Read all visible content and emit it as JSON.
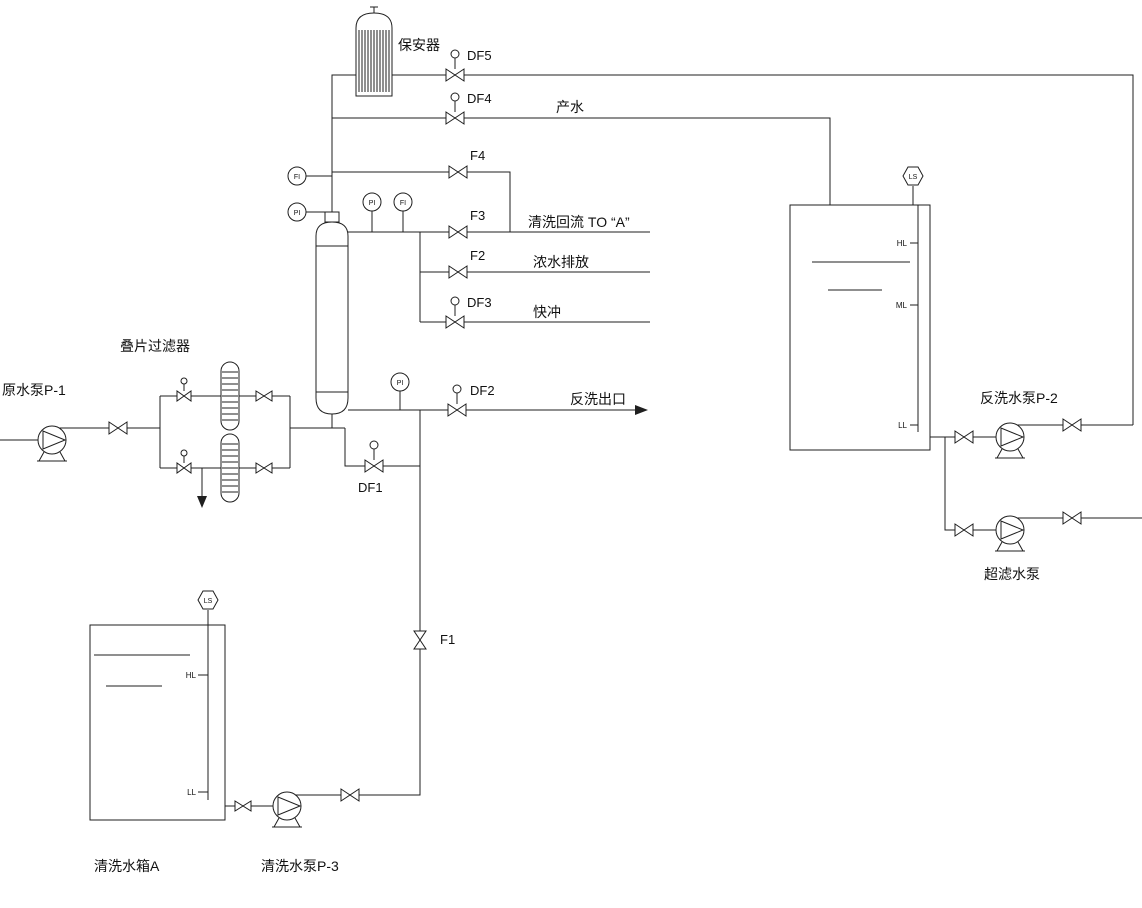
{
  "eq": {
    "security_filter": "保安器",
    "disc_filter": "叠片过滤器",
    "raw_pump": "原水泵P-1",
    "clean_tank": "清洗水箱A",
    "clean_pump": "清洗水泵P-3",
    "backwash_pump": "反洗水泵P-2",
    "uf_pump": "超滤水泵"
  },
  "valves": {
    "df1": "DF1",
    "df2": "DF2",
    "df3": "DF3",
    "df4": "DF4",
    "df5": "DF5",
    "f1": "F1",
    "f2": "F2",
    "f3": "F3",
    "f4": "F4"
  },
  "streams": {
    "product": "产水",
    "clean_return": "清洗回流 TO “A”",
    "concentrate": "浓水排放",
    "fast_flush": "快冲",
    "backwash_out": "反洗出口"
  },
  "inst": {
    "pi": "PI",
    "fi": "FI",
    "ls": "LS"
  },
  "levels": {
    "hl": "HL",
    "ml": "ML",
    "ll": "LL"
  }
}
